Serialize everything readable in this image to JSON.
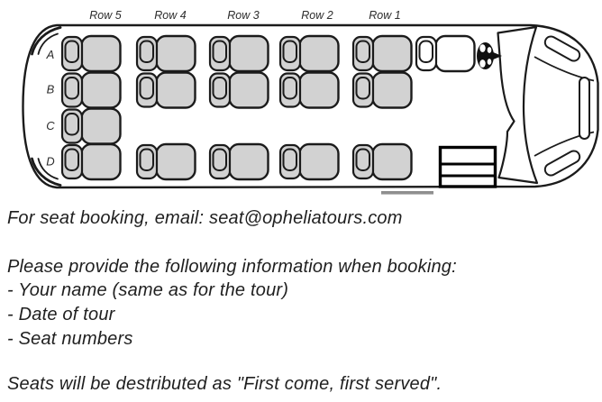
{
  "seat_map": {
    "row_labels": [
      "Row 5",
      "Row 4",
      "Row 3",
      "Row 2",
      "Row 1"
    ],
    "seat_letters": [
      "A",
      "B",
      "C",
      "D"
    ],
    "rows": [
      {
        "label": "Row 5",
        "seats": [
          "A",
          "B",
          "C",
          "D"
        ]
      },
      {
        "label": "Row 4",
        "seats": [
          "A",
          "B",
          "D"
        ]
      },
      {
        "label": "Row 3",
        "seats": [
          "A",
          "B",
          "D"
        ]
      },
      {
        "label": "Row 2",
        "seats": [
          "A",
          "B",
          "D"
        ]
      },
      {
        "label": "Row 1",
        "seats": [
          "A",
          "B",
          "D"
        ]
      }
    ],
    "driver": {
      "has_steering_wheel": true,
      "seat_row": "A"
    },
    "colors": {
      "seat_fill": "#d2d2d2",
      "driver_seat_fill": "#ffffff",
      "outline": "#1b1b1b",
      "steps": "#000000",
      "door_marker": "#8f8f8f"
    }
  },
  "text": {
    "email_line": "For seat booking, email: seat@opheliatours.com",
    "info_intro": "Please provide the following information when booking:",
    "info_items": [
      "- Your name (same as for the tour)",
      "- Date of tour",
      "- Seat numbers"
    ],
    "note": "Seats will be destributed as \"First come, first served\"."
  }
}
